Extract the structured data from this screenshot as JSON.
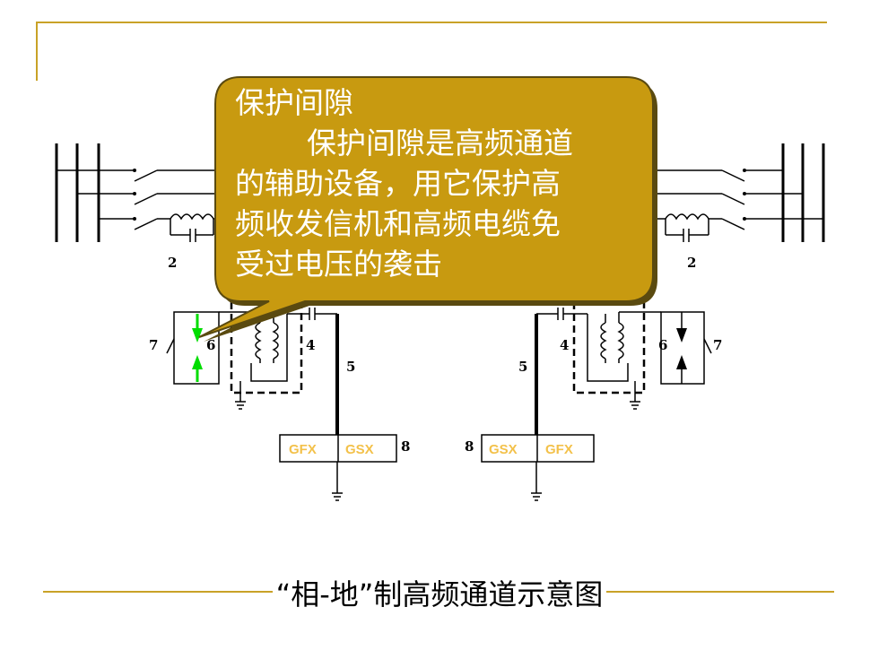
{
  "callout": {
    "title": "保护间隙",
    "lines": [
      "保护间隙是高频通道",
      "的辅助设备，用它保护高",
      "频收发信机和高频电缆免",
      "受过电压的袭击"
    ]
  },
  "caption": "“相-地”制高频通道示意图",
  "labels": {
    "left_2": "2",
    "right_2": "2",
    "left_7": "7",
    "left_6": "6",
    "left_4": "4",
    "left_5": "5",
    "left_8": "8",
    "right_4": "4",
    "right_6": "6",
    "right_7": "7",
    "right_5": "5",
    "right_8": "8"
  },
  "left_box": [
    "GFX",
    "GSX"
  ],
  "right_box": [
    "GSX",
    "GFX"
  ],
  "colors": {
    "accent": "#c9a227",
    "callout_fill": "#c89a10",
    "highlight": "#00dd00",
    "box_text": "#f3c14a"
  }
}
